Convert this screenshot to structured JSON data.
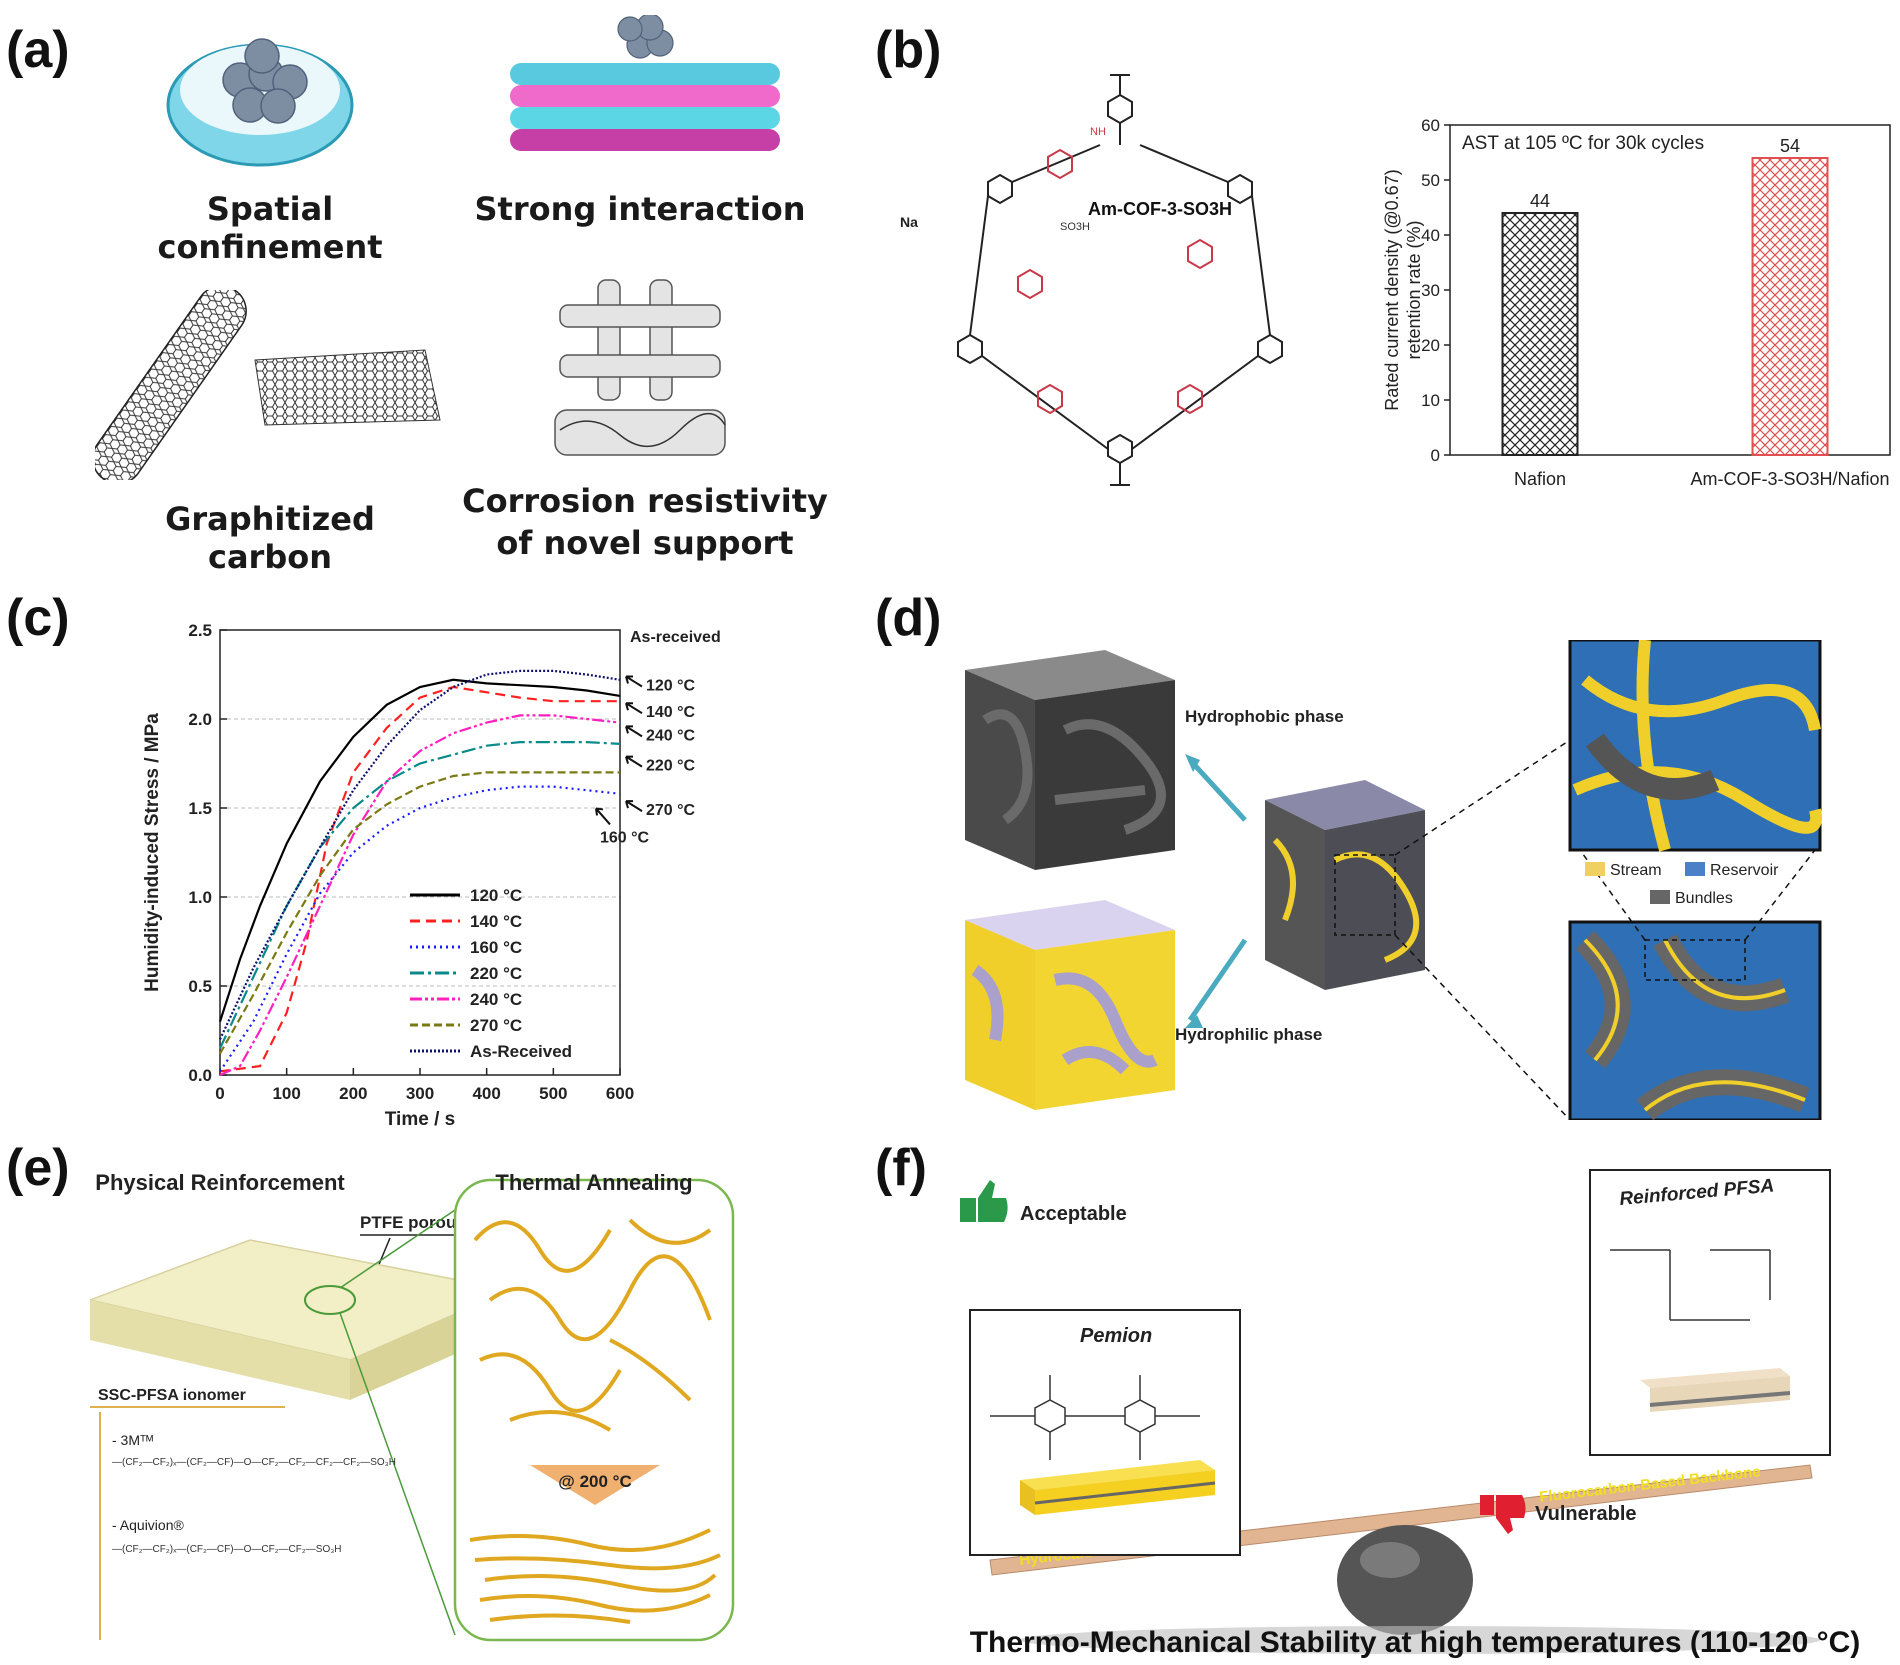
{
  "panels": {
    "a": {
      "label": "(a)",
      "items": [
        "Spatial confinement",
        "Strong interaction",
        "Graphitized carbon",
        "Corrosion resistivity",
        "of novel support"
      ]
    },
    "b": {
      "label": "(b)",
      "structure_label": "Am-COF-3-SO3H",
      "structure_fragments": [
        "SO3H",
        "NH",
        "Na"
      ],
      "chart_title": "AST at 105 ºC for 30k cycles"
    },
    "c": {
      "label": "(c)"
    },
    "d": {
      "label": "(d)",
      "hydrophobic": "Hydrophobic phase",
      "hydrophilic": "Hydrophilic phase",
      "legend": [
        "Stream",
        "Reservoir",
        "Bundles"
      ]
    },
    "e": {
      "label": "(e)",
      "physical": "Physical Reinforcement",
      "annealing": "Thermal Annealing",
      "ptfe": "PTFE porous substrate",
      "temp": "@ 200 °C",
      "ionomer": "SSC-PFSA ionomer",
      "items": [
        "- 3Mᵀᴹ",
        "- Aquivion®"
      ]
    },
    "f": {
      "label": "(f)",
      "acceptable": "Acceptable",
      "vulnerable": "Vulnerable",
      "pemion": "Pemion",
      "reinforced": "Reinforced PFSA",
      "hydrocarbon": "Hydrocarbon-Based Backbone",
      "fluorocarbon": "Fluorocarbon-Based Backbone",
      "caption": "Thermo-Mechanical Stability at high temperatures (110-120 °C)"
    }
  },
  "chart_data": [
    {
      "type": "bar",
      "title": "AST at 105 ºC for 30k cycles",
      "ylabel": "Rated current density (@0.67)\nretention rate (%)",
      "categories": [
        "Nafion",
        "Am-COF-3-SO3H/Nafion"
      ],
      "values": [
        44,
        54
      ],
      "data_labels": [
        "44",
        "54"
      ],
      "ylim": [
        0,
        60
      ],
      "yticks": [
        0,
        10,
        20,
        30,
        40,
        50,
        60
      ],
      "colors": [
        "#222222",
        "#e05050"
      ]
    },
    {
      "type": "line",
      "xlabel": "Time / s",
      "ylabel": "Humidity-induced Stress / MPa",
      "xlim": [
        0,
        600
      ],
      "ylim": [
        0,
        2.5
      ],
      "xticks": [
        0,
        100,
        200,
        300,
        400,
        500,
        600
      ],
      "yticks": [
        0.0,
        0.5,
        1.0,
        1.5,
        2.0,
        2.5
      ],
      "series": [
        {
          "name": "120 °C",
          "color": "#000000",
          "dash": "",
          "x": [
            0,
            30,
            60,
            100,
            150,
            200,
            250,
            300,
            350,
            400,
            450,
            500,
            550,
            600
          ],
          "y": [
            0.3,
            0.65,
            0.95,
            1.3,
            1.65,
            1.9,
            2.08,
            2.18,
            2.22,
            2.2,
            2.19,
            2.18,
            2.16,
            2.13
          ]
        },
        {
          "name": "140 °C",
          "color": "#ff2020",
          "dash": "10,6",
          "x": [
            0,
            60,
            100,
            130,
            160,
            200,
            250,
            300,
            350,
            400,
            450,
            500,
            550,
            600
          ],
          "y": [
            0.02,
            0.05,
            0.35,
            0.75,
            1.3,
            1.7,
            1.95,
            2.12,
            2.18,
            2.15,
            2.12,
            2.1,
            2.1,
            2.1
          ]
        },
        {
          "name": "160 °C",
          "color": "#1a1aff",
          "dash": "2,4",
          "x": [
            0,
            50,
            100,
            150,
            200,
            250,
            300,
            350,
            400,
            450,
            500,
            550,
            600
          ],
          "y": [
            0.02,
            0.3,
            0.68,
            1.02,
            1.25,
            1.4,
            1.5,
            1.56,
            1.6,
            1.62,
            1.62,
            1.6,
            1.58
          ]
        },
        {
          "name": "220 °C",
          "color": "#0a8a8a",
          "dash": "14,4,3,4",
          "x": [
            0,
            50,
            100,
            150,
            200,
            250,
            300,
            350,
            400,
            450,
            500,
            550,
            600
          ],
          "y": [
            0.15,
            0.55,
            0.95,
            1.28,
            1.5,
            1.65,
            1.75,
            1.8,
            1.85,
            1.87,
            1.87,
            1.87,
            1.86
          ]
        },
        {
          "name": "240 °C",
          "color": "#ff20c0",
          "dash": "12,3,3,3,3,3",
          "x": [
            0,
            30,
            60,
            100,
            150,
            200,
            250,
            300,
            350,
            400,
            450,
            500,
            550,
            600
          ],
          "y": [
            0.0,
            0.05,
            0.25,
            0.55,
            0.95,
            1.35,
            1.65,
            1.82,
            1.92,
            1.98,
            2.02,
            2.02,
            2.0,
            1.98
          ]
        },
        {
          "name": "270 °C",
          "color": "#7a7a14",
          "dash": "8,4",
          "x": [
            0,
            50,
            100,
            150,
            200,
            250,
            300,
            350,
            400,
            450,
            500,
            550,
            600
          ],
          "y": [
            0.12,
            0.45,
            0.8,
            1.12,
            1.38,
            1.52,
            1.62,
            1.68,
            1.7,
            1.7,
            1.7,
            1.7,
            1.7
          ]
        },
        {
          "name": "As-Received",
          "color": "#101070",
          "dash": "2,2",
          "x": [
            0,
            50,
            100,
            150,
            200,
            250,
            300,
            350,
            400,
            450,
            500,
            550,
            600
          ],
          "y": [
            0.2,
            0.6,
            0.95,
            1.28,
            1.6,
            1.85,
            2.05,
            2.18,
            2.25,
            2.27,
            2.27,
            2.25,
            2.22
          ]
        }
      ],
      "annotations": [
        "As-received",
        "120 °C",
        "140 °C",
        "240 °C",
        "220 °C",
        "270 °C",
        "160 °C"
      ]
    }
  ]
}
